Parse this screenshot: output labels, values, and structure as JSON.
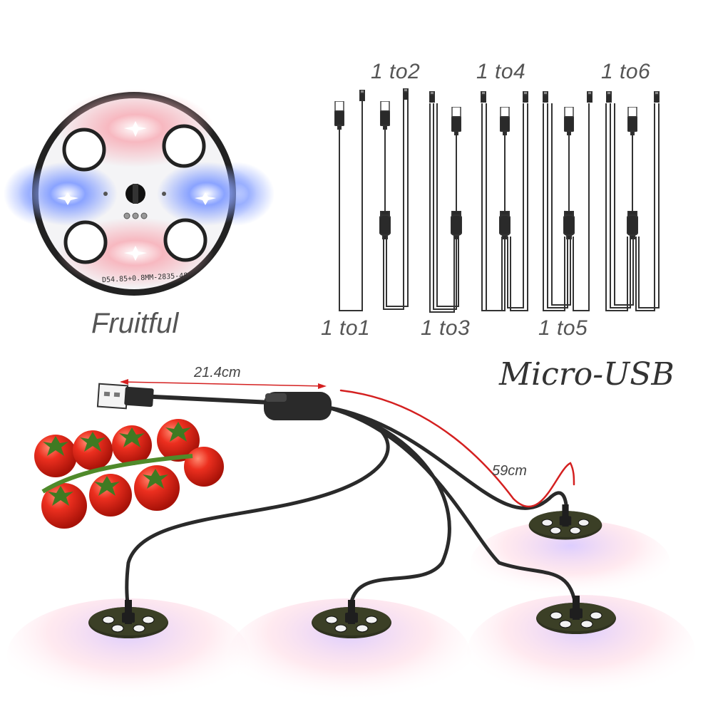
{
  "brand": "Fruitful",
  "board_print": "D54.85+0.8MM-2835-48",
  "connector_type": "Micro-USB",
  "splitter_labels": {
    "one_to_one": "1 to1",
    "one_to_two": "1 to2",
    "one_to_three": "1 to3",
    "one_to_four": "1 to4",
    "one_to_five": "1 to5",
    "one_to_six": "1 to6"
  },
  "dimensions": {
    "usb_cable_length": "21.4cm",
    "head_cable_length": "59cm"
  },
  "colors": {
    "cable": "#2a2a2a",
    "measure_red": "#d42020",
    "led_red": "#e8556a",
    "led_blue": "#4a6cf0",
    "tomato": "#e5261c"
  }
}
